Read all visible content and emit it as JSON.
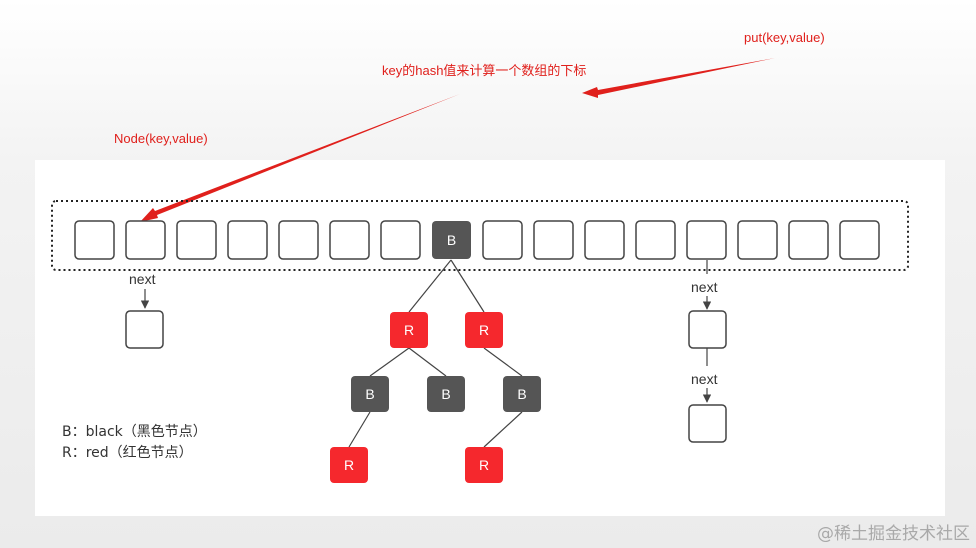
{
  "annotations": {
    "put": "put(key,value)",
    "hash_index": "key的hash值来计算一个数组的下标",
    "node": "Node(key,value)"
  },
  "labels": {
    "next": "next",
    "black": "B",
    "red": "R"
  },
  "legend": {
    "black_line": "B：black（黑色节点）",
    "red_line": "R：red（红色节点）"
  },
  "watermark": "@稀土掘金技术社区",
  "colors": {
    "arrow_red": "#e0201c",
    "red_node": "#f5282d",
    "black_node": "#555555",
    "slot_border": "#444444",
    "annotation_text": "#e0201c"
  },
  "diagram": {
    "array_slot_count": 16,
    "black_slot_index": 7,
    "tree": {
      "root": "B",
      "children": [
        {
          "color": "R",
          "children": [
            {
              "color": "B",
              "children": [
                {
                  "color": "R"
                }
              ]
            },
            {
              "color": "B"
            }
          ]
        },
        {
          "color": "R",
          "children": [
            {
              "color": "B",
              "children": [
                {
                  "color": "R"
                }
              ]
            }
          ]
        }
      ]
    },
    "chains": [
      {
        "slot_index": 1,
        "length": 1
      },
      {
        "slot_index": 12,
        "length": 2
      }
    ]
  }
}
